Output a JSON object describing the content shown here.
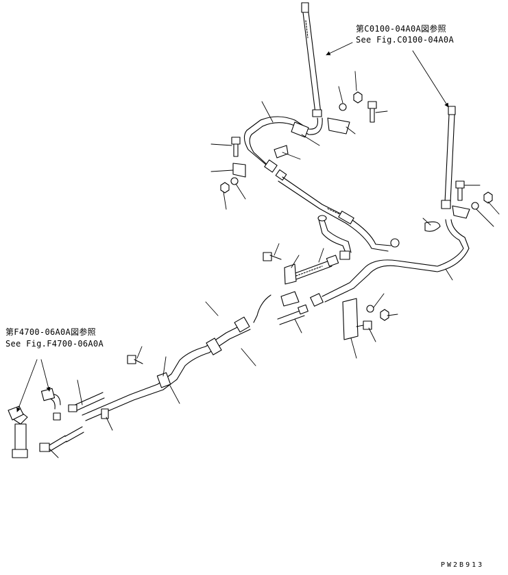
{
  "references": {
    "top": {
      "jp": "第C0100-04A0A図参照",
      "en": "See Fig.C0100-04A0A"
    },
    "left": {
      "jp": "第F4700-06A0A図参照",
      "en": "See Fig.F4700-06A0A"
    }
  },
  "drawing_code": "PW2B913"
}
